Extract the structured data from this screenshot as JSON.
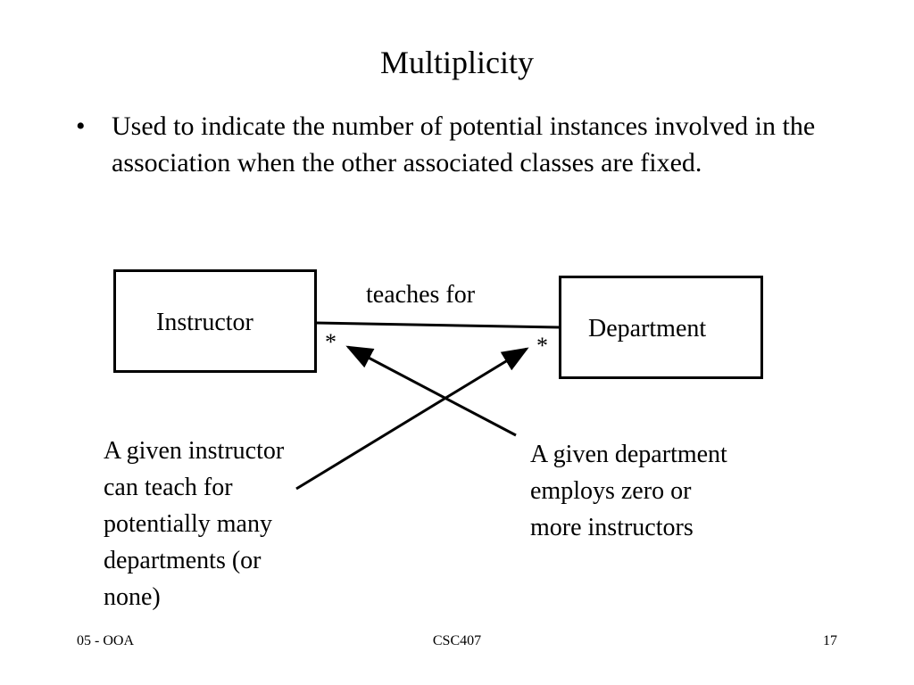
{
  "title": "Multiplicity",
  "bullets": [
    {
      "marker": "•",
      "text": "Used to indicate the number of potential instances involved in the association when the other associated classes are fixed."
    }
  ],
  "diagram": {
    "classes": {
      "left": "Instructor",
      "right": "Department"
    },
    "association": {
      "label": "teaches for",
      "left_multiplicity": "*",
      "right_multiplicity": "*"
    },
    "notes": {
      "left": [
        "A given instructor",
        "can teach for",
        "potentially many",
        "departments (or",
        "none)"
      ],
      "right": [
        "A given department",
        "employs zero or",
        "more instructors"
      ]
    }
  },
  "footer": {
    "left": "05 - OOA",
    "center": "CSC407",
    "right": "17"
  }
}
